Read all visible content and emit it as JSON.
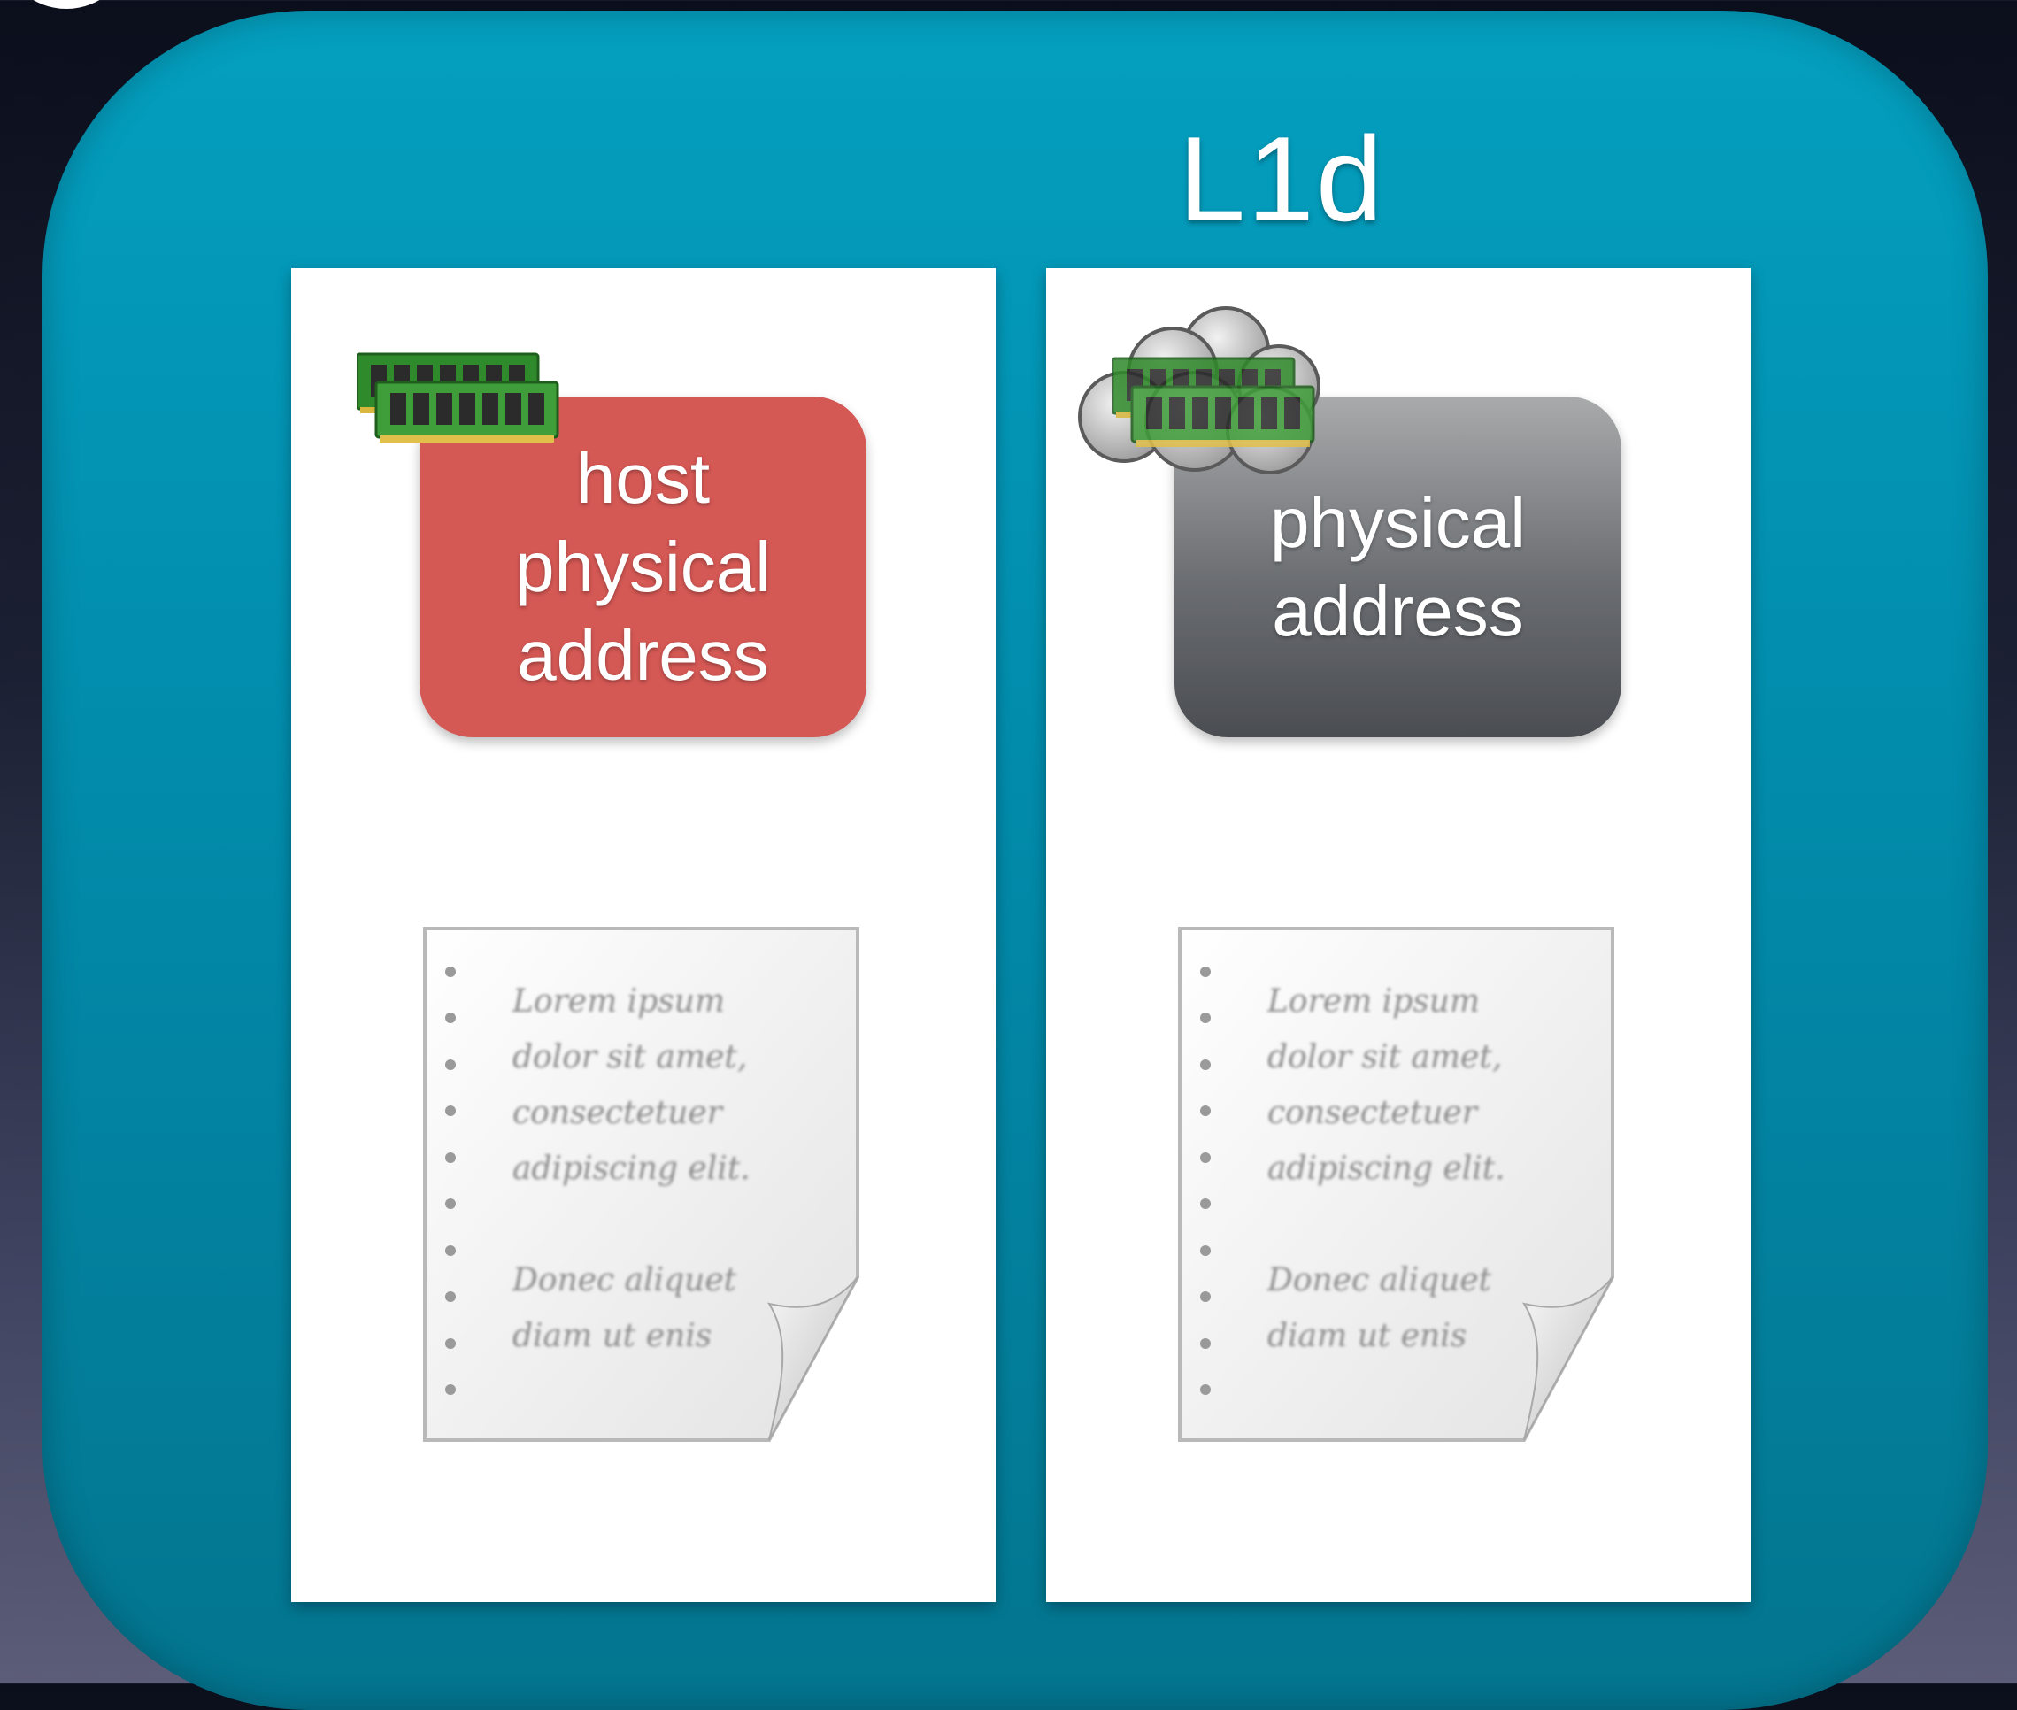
{
  "panel": {
    "title": "L1d"
  },
  "left_column": {
    "address_lines": [
      "host",
      "physical",
      "address"
    ],
    "icons": [
      "ram-icon",
      "document-icon"
    ],
    "document_text": [
      "Lorem ipsum",
      "dolor sit amet,",
      "consectetuer",
      "adipiscing elit.",
      "",
      "Donec aliquet",
      "diam ut enis"
    ]
  },
  "right_column": {
    "address_lines": [
      "physical",
      "address"
    ],
    "icons": [
      "cloud-icon",
      "ram-icon",
      "document-icon"
    ],
    "document_text": [
      "Lorem ipsum",
      "dolor sit amet,",
      "consectetuer",
      "adipiscing elit.",
      "",
      "Donec aliquet",
      "diam ut enis"
    ]
  },
  "colors": {
    "panel": "#049fbf",
    "host_address_box": "#d45854",
    "guest_address_box": "#6a6d71",
    "ram_board": "#3f9d3a"
  }
}
